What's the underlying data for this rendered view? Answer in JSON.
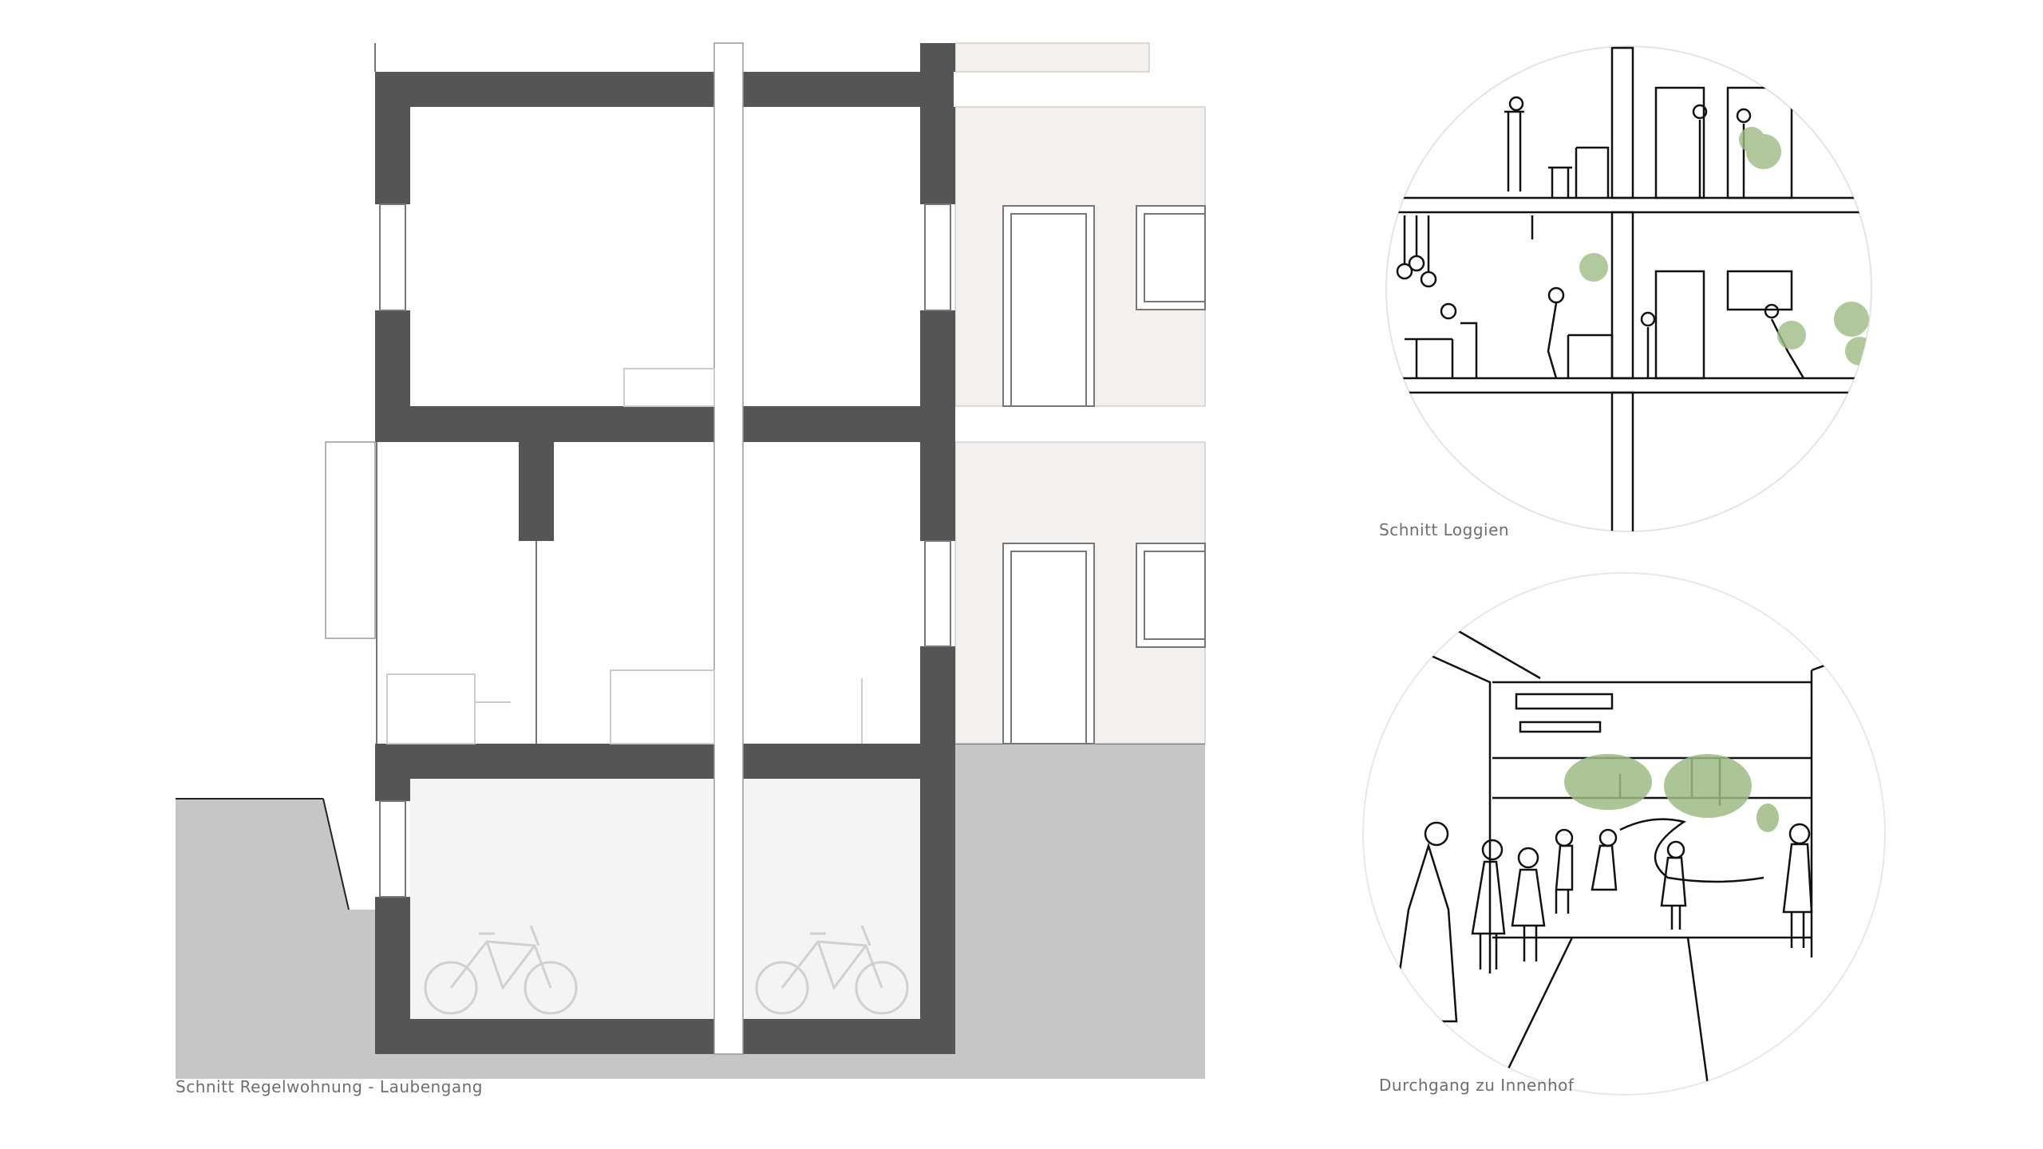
{
  "captions": {
    "section_main": "Schnitt Regelwohnung - Laubengang",
    "section_loggia": "Schnitt Loggien",
    "passage": "Durchgang zu Innenhof"
  },
  "colors": {
    "wall": "#555555",
    "ground": "#c6c6c6",
    "facade": "#f4f0ee",
    "basement": "#f4f4f4",
    "tree_green": "#9dbb84",
    "caption": "#6e6e6e"
  }
}
